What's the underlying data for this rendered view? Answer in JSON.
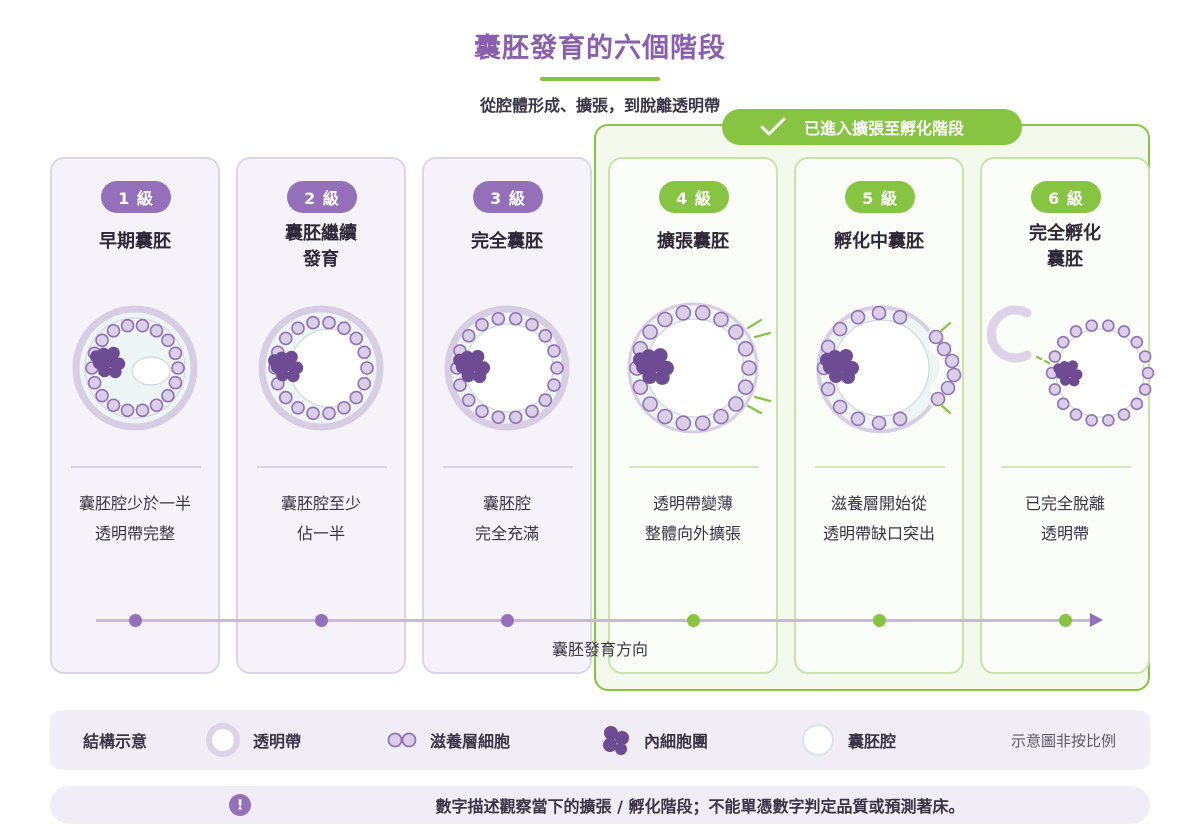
{
  "header": {
    "title": "囊胚發育的六個階段",
    "subtitle": "從腔體形成、擴張，到脫離透明帶"
  },
  "group": {
    "label": "已進入擴張至孵化階段",
    "icon": "check-icon",
    "accent": "#86c441"
  },
  "stages": [
    {
      "grade": "1 級",
      "title": "早期囊胚",
      "desc1": "囊胚腔少於一半",
      "desc2": "透明帶完整"
    },
    {
      "grade": "2 級",
      "title": "囊胚繼續\n發育",
      "desc1": "囊胚腔至少",
      "desc2": "佔一半"
    },
    {
      "grade": "3 級",
      "title": "完全囊胚",
      "desc1": "囊胚腔",
      "desc2": "完全充滿"
    },
    {
      "grade": "4 級",
      "title": "擴張囊胚",
      "desc1": "透明帶變薄",
      "desc2": "整體向外擴張"
    },
    {
      "grade": "5 級",
      "title": "孵化中囊胚",
      "desc1": "滋養層開始從",
      "desc2": "透明帶缺口突出"
    },
    {
      "grade": "6 級",
      "title": "完全孵化\n囊胚",
      "desc1": "已完全脫離",
      "desc2": "透明帶"
    }
  ],
  "timeline": {
    "label": "囊胚發育方向"
  },
  "legend": {
    "heading": "結構示意",
    "zona": "透明帶",
    "trophectoderm": "滋養層細胞",
    "icm": "內細胞團",
    "cavity": "囊胚腔",
    "note": "示意圖非按比例"
  },
  "footnote": {
    "icon": "exclamation-icon",
    "text": "數字描述觀察當下的擴張 / 孵化階段；不能單憑數字判定品質或預測著床。"
  },
  "colors": {
    "purple": "#9370b9",
    "purple_dark": "#6e4c94",
    "lavender": "#d9cfe6",
    "green": "#86c441"
  }
}
